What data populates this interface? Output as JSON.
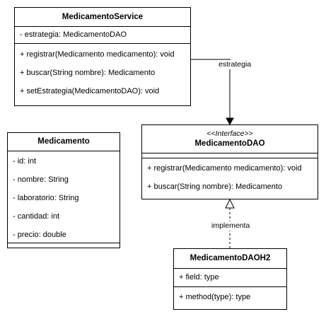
{
  "classes": {
    "service": {
      "name": "MedicamentoService",
      "attributes": [
        "- estrategia: MedicamentoDAO"
      ],
      "methods": [
        "+ registrar(Medicamento medicamento): void",
        "+ buscar(String nombre): Medicamento",
        "+ setEstrategia(MedicamentoDAO): void"
      ]
    },
    "medicamento": {
      "name": "Medicamento",
      "attributes": [
        "- id: int",
        "- nombre: String",
        "- laboratorio: String",
        "- cantidad: int",
        "- precio: double"
      ]
    },
    "dao": {
      "stereotype": "<<Interface>>",
      "name": "MedicamentoDAO",
      "methods": [
        "+ registrar(Medicamento medicamento): void",
        "+ buscar(String nombre): Medicamento"
      ]
    },
    "h2": {
      "name": "MedicamentoDAOH2",
      "attributes": [
        "+ field: type"
      ],
      "methods": [
        "+ method(type): type"
      ]
    }
  },
  "connectors": {
    "association_label": "estrategia",
    "realization_label": "implementa"
  }
}
